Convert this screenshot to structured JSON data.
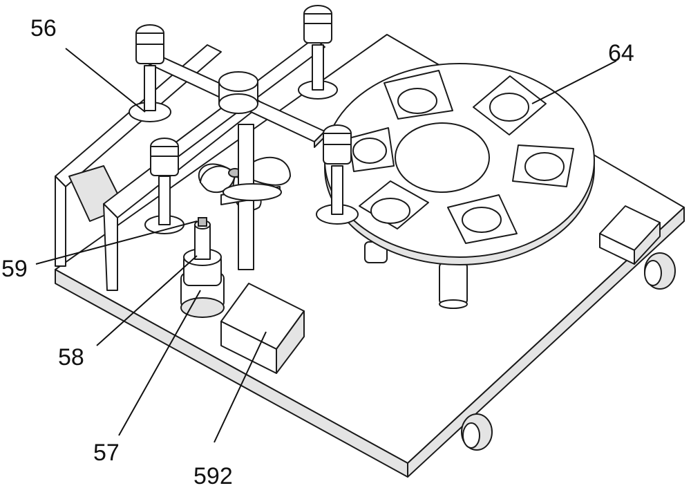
{
  "labels": [
    {
      "id": "56",
      "text": "56"
    },
    {
      "id": "64",
      "text": "64"
    },
    {
      "id": "59",
      "text": "59"
    },
    {
      "id": "58",
      "text": "58"
    },
    {
      "id": "57",
      "text": "57"
    },
    {
      "id": "592",
      "text": "592"
    }
  ]
}
